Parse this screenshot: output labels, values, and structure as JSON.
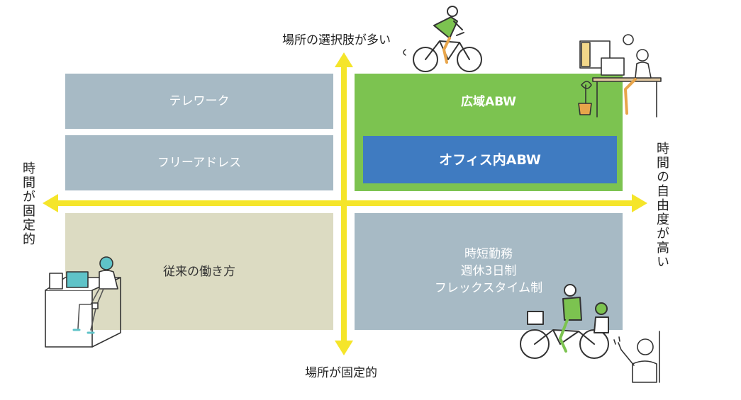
{
  "axes": {
    "top": "場所の選択肢が多い",
    "bottom": "場所が固定的",
    "left": "時間が固定的",
    "right": "時間の自由度が高い"
  },
  "quadrants": {
    "telework": "テレワーク",
    "free_address": "フリーアドレス",
    "traditional": "従来の働き方",
    "wide_abw": "広域ABW",
    "office_abw": "オフィス内ABW",
    "flexible": [
      "時短勤務",
      "週休3日制",
      "フレックスタイム制"
    ]
  },
  "colors": {
    "axis": "#f5e52a",
    "gray_box": "#a7bac5",
    "beige_box": "#dcdbc2",
    "green_box": "#7cc350",
    "blue_box": "#3f7bc1"
  },
  "icons": [
    "cyclist-icon",
    "home-office-worker-icon",
    "office-desk-worker-icon",
    "family-bicycle-icon",
    "waving-person-icon"
  ]
}
